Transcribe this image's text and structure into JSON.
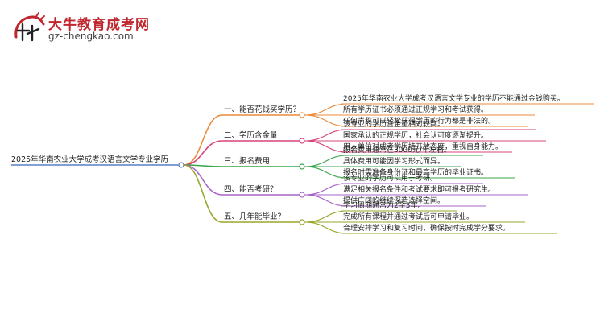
{
  "site": {
    "name": "大牛教育成考网",
    "url": "gz-chengkao.com"
  },
  "mindmap": {
    "root": "2025年华南农业大学成考汉语言文学专业学历",
    "branches": [
      {
        "label": "一、能否花钱买学历？",
        "color": "#e98b3a",
        "children": [
          "2025年华南农业大学成考汉语言文学专业的学历不能通过金钱购买。",
          "所有学历证书必须通过正规学习和考试获得。",
          "任何声称可以轻松获得学历的行为都是非法的。"
        ]
      },
      {
        "label": "二、学历含金量",
        "color": "#d9447a",
        "children": [
          "该专业的学历含金量相对较高。",
          "国家承认的正规学历，社会认可度逐渐提升。",
          "用人单位对成考学历持开放态度，重视自身能力。"
        ]
      },
      {
        "label": "三、报名费用",
        "color": "#3aa64a",
        "children": [
          "报名费用通常在3000元/年左右。",
          "具体费用可能因学习形式而异。",
          "报名时需准备身份证和最高学历的毕业证书。"
        ]
      },
      {
        "label": "四、能否考研？",
        "color": "#a763c9",
        "children": [
          "该专业的学历可以用于考研。",
          "满足相关报名条件和考试要求即可报考研究生。",
          "提供广阔的继续深造选择空间。"
        ]
      },
      {
        "label": "五、几年能毕业？",
        "color": "#9aa62a",
        "children": [
          "学习周期通常为2至3年。",
          "完成所有课程并通过考试后可申请毕业。",
          "合理安排学习和复习时间，确保按时完成学分要求。"
        ]
      }
    ]
  }
}
